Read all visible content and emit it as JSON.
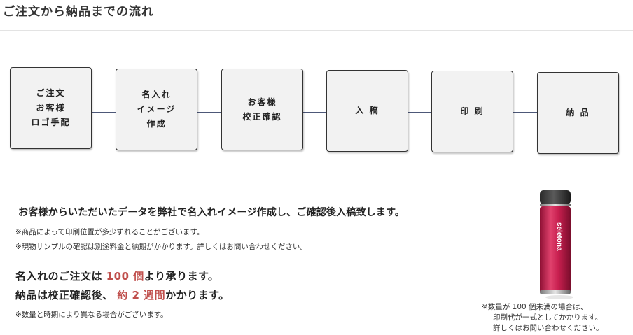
{
  "header": {
    "title": "ご注文から納品までの流れ"
  },
  "steps": [
    {
      "label": "ご注文\nお客様\nロゴ手配"
    },
    {
      "label": "名入れ\nイメージ\n作成"
    },
    {
      "label": "お客様\n校正確認"
    },
    {
      "label": "入 稿"
    },
    {
      "label": "印 刷"
    },
    {
      "label": "納 品"
    }
  ],
  "info": {
    "lead": "お客様からいただいたデータを弊社で名入れイメージ作成し、ご確認後入稿致します。",
    "notes": [
      "※商品によって印刷位置が多少ずれることがございます。",
      "※現物サンプルの確認は別途料金と納期がかかります。詳しくはお問い合わせください。"
    ],
    "min_order": {
      "prefix": "名入れのご注文は",
      "highlight": "100 個",
      "suffix": "より承ります。"
    },
    "lead_time": {
      "prefix": "納品は校正確認後、",
      "highlight": "約 2 週間",
      "suffix": "かかります。"
    },
    "season_note": "※数量と時期により異なる場合がございます。"
  },
  "product": {
    "brand_text": "seletona",
    "note_lines": [
      "※数量が 100 個未満の場合は、",
      "印刷代が一式としてかかります。",
      "詳しくはお問い合わせください。"
    ]
  },
  "colors": {
    "accent": "#c0504d",
    "connector": "#4d5878",
    "box_bg": "#f2f2f2",
    "bottle_body": "#c81f4f"
  }
}
